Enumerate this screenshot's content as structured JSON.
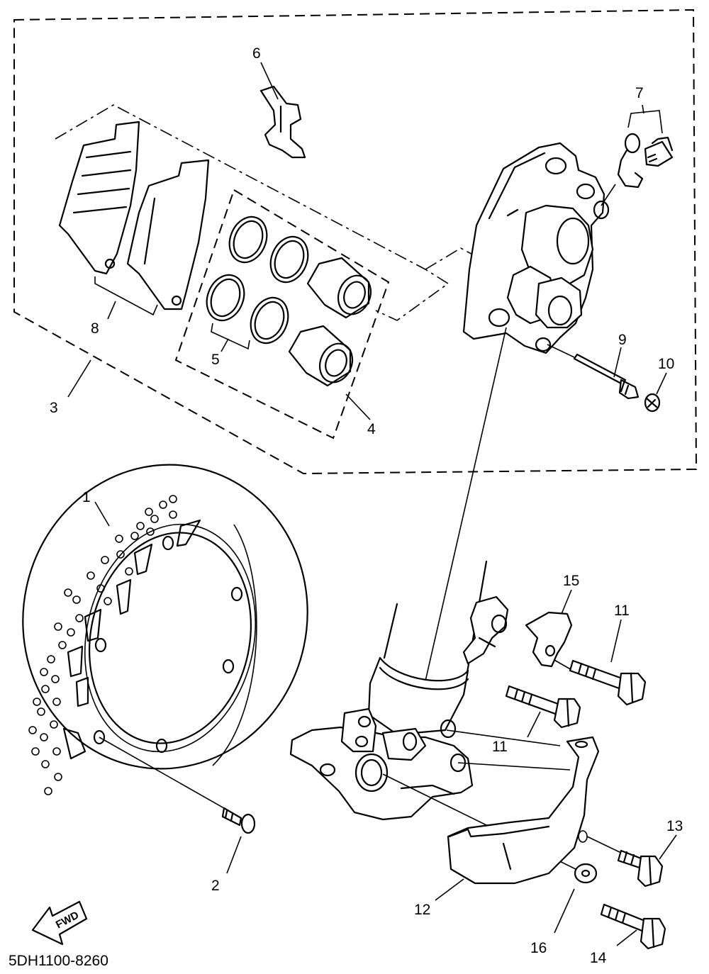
{
  "diagram": {
    "drawing_code": "5DH1100-8260",
    "fwd_label": "FWD",
    "callouts": [
      "1",
      "2",
      "3",
      "4",
      "5",
      "6",
      "7",
      "8",
      "9",
      "10",
      "11",
      "11",
      "12",
      "13",
      "14",
      "15",
      "16"
    ]
  }
}
